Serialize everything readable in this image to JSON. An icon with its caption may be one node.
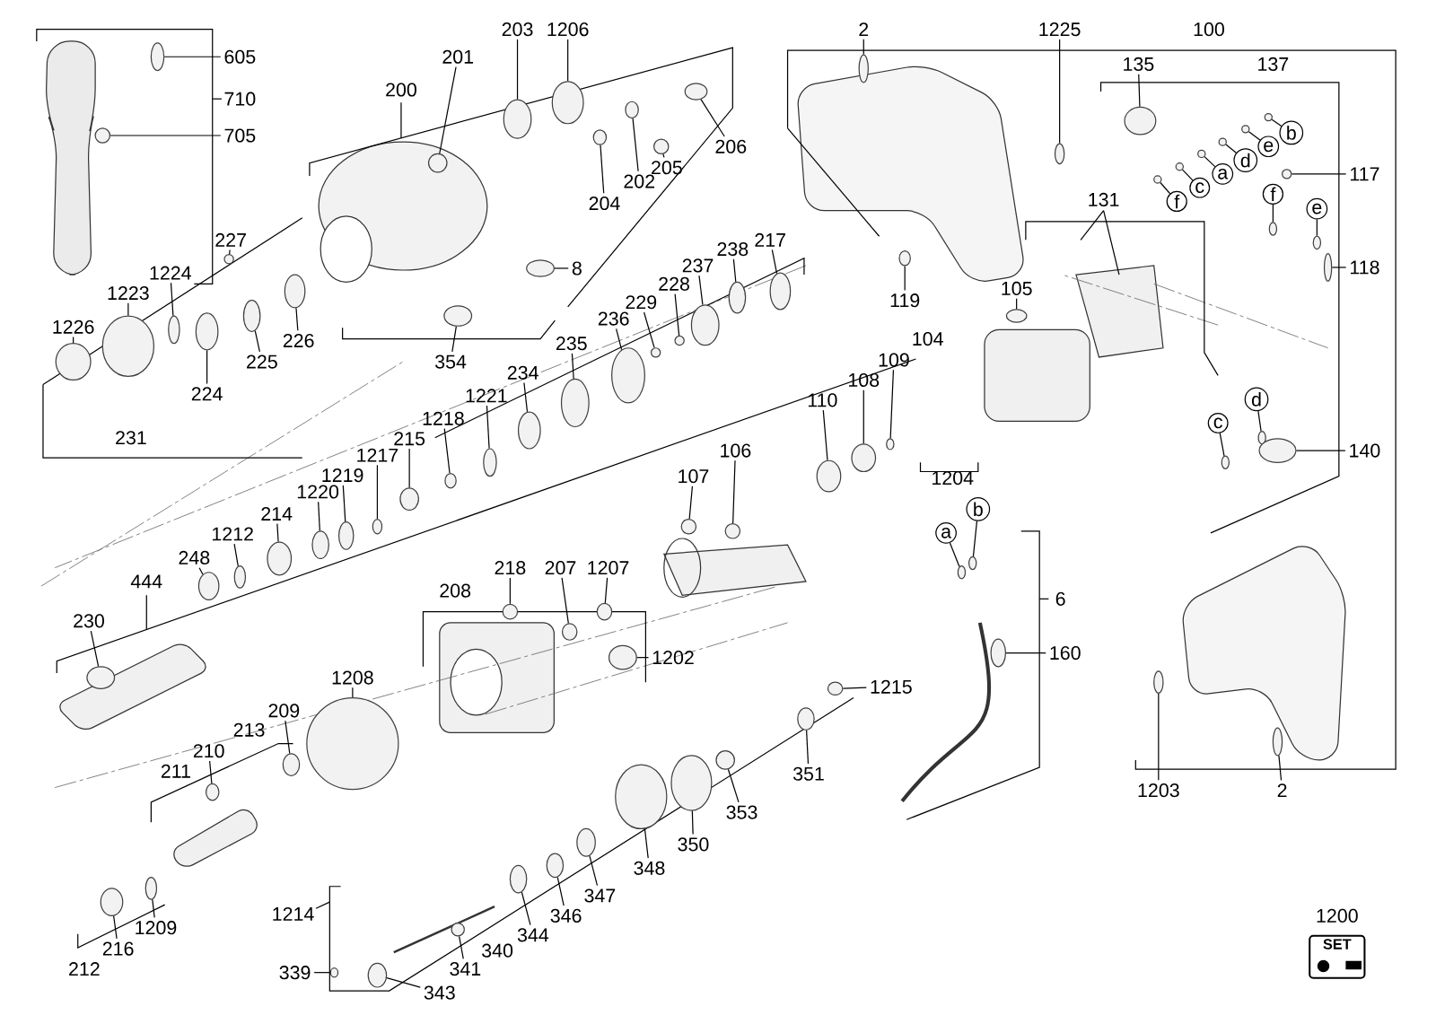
{
  "diagram": {
    "nodes": [
      {
        "text": [
          "605"
        ]
      },
      {
        "text": [
          "710"
        ]
      },
      {
        "text": [
          "705"
        ]
      },
      {
        "text": [
          "200"
        ]
      },
      {
        "text": [
          "201"
        ]
      },
      {
        "text": [
          "203"
        ]
      },
      {
        "text": [
          "1206"
        ]
      },
      {
        "text": [
          "202"
        ]
      },
      {
        "text": [
          "204"
        ]
      },
      {
        "text": [
          "205"
        ]
      },
      {
        "text": [
          "206"
        ]
      },
      {
        "text": [
          "8"
        ]
      },
      {
        "text": [
          "354"
        ]
      },
      {
        "text": [
          "227"
        ]
      },
      {
        "text": [
          "1224"
        ]
      },
      {
        "text": [
          "1223"
        ]
      },
      {
        "text": [
          "1226"
        ]
      },
      {
        "text": [
          "224"
        ]
      },
      {
        "text": [
          "225"
        ]
      },
      {
        "text": [
          "226"
        ]
      },
      {
        "text": [
          "231"
        ]
      },
      {
        "text": [
          "217"
        ]
      },
      {
        "text": [
          "238"
        ]
      },
      {
        "text": [
          "237"
        ]
      },
      {
        "text": [
          "228"
        ]
      },
      {
        "text": [
          "229"
        ]
      },
      {
        "text": [
          "236"
        ]
      },
      {
        "text": [
          "235"
        ]
      },
      {
        "text": [
          "234"
        ]
      },
      {
        "text": [
          "1221"
        ]
      },
      {
        "text": [
          "1218"
        ]
      },
      {
        "text": [
          "215"
        ]
      },
      {
        "text": [
          "1217"
        ]
      },
      {
        "text": [
          "1219"
        ]
      },
      {
        "text": [
          "1220"
        ]
      },
      {
        "text": [
          "214"
        ]
      },
      {
        "text": [
          "1212"
        ]
      },
      {
        "text": [
          "248"
        ]
      },
      {
        "text": [
          "444"
        ]
      },
      {
        "text": [
          "230"
        ]
      },
      {
        "text": [
          "104"
        ]
      },
      {
        "text": [
          "105"
        ]
      },
      {
        "text": [
          "109"
        ]
      },
      {
        "text": [
          "108"
        ]
      },
      {
        "text": [
          "110"
        ]
      },
      {
        "text": [
          "1204"
        ]
      },
      {
        "text": [
          "106"
        ]
      },
      {
        "text": [
          "107"
        ]
      },
      {
        "text": [
          "208"
        ]
      },
      {
        "text": [
          "218"
        ]
      },
      {
        "text": [
          "207"
        ]
      },
      {
        "text": [
          "1207"
        ]
      },
      {
        "text": [
          "1202"
        ]
      },
      {
        "text": [
          "1208"
        ]
      },
      {
        "text": [
          "213"
        ]
      },
      {
        "text": [
          "209"
        ]
      },
      {
        "text": [
          "210"
        ]
      },
      {
        "text": [
          "211"
        ]
      },
      {
        "text": [
          "1209"
        ]
      },
      {
        "text": [
          "216"
        ]
      },
      {
        "text": [
          "212"
        ]
      },
      {
        "text": [
          "1214"
        ]
      },
      {
        "text": [
          "339"
        ]
      },
      {
        "text": [
          "343"
        ]
      },
      {
        "text": [
          "341"
        ]
      },
      {
        "text": [
          "340"
        ]
      },
      {
        "text": [
          "344"
        ]
      },
      {
        "text": [
          "346"
        ]
      },
      {
        "text": [
          "347"
        ]
      },
      {
        "text": [
          "348"
        ]
      },
      {
        "text": [
          "350"
        ]
      },
      {
        "text": [
          "353"
        ]
      },
      {
        "text": [
          "351"
        ]
      },
      {
        "text": [
          "1215"
        ]
      },
      {
        "text": [
          "6"
        ]
      },
      {
        "text": [
          "160"
        ]
      },
      {
        "text": [
          "2"
        ]
      },
      {
        "text": [
          "1225"
        ]
      },
      {
        "text": [
          "100"
        ]
      },
      {
        "text": [
          "135"
        ]
      },
      {
        "text": [
          "137"
        ]
      },
      {
        "text": [
          "b"
        ]
      },
      {
        "text": [
          "e"
        ]
      },
      {
        "text": [
          "d"
        ]
      },
      {
        "text": [
          "a"
        ]
      },
      {
        "text": [
          "c"
        ]
      },
      {
        "text": [
          "f"
        ]
      },
      {
        "text": [
          "117"
        ]
      },
      {
        "text": [
          "f"
        ]
      },
      {
        "text": [
          "118"
        ]
      },
      {
        "text": [
          "e"
        ]
      },
      {
        "text": [
          "131"
        ]
      },
      {
        "text": [
          "119"
        ]
      },
      {
        "text": [
          "d"
        ]
      },
      {
        "text": [
          "c"
        ]
      },
      {
        "text": [
          "140"
        ]
      },
      {
        "text": [
          "a"
        ]
      },
      {
        "text": [
          "b"
        ]
      },
      {
        "text": [
          "1203"
        ]
      },
      {
        "text": [
          "2"
        ]
      },
      {
        "text": [],
        "shape": "circle"
      },
      {
        "text": [],
        "shape": "circle"
      },
      {
        "text": [],
        "shape": "circle"
      },
      {
        "text": [],
        "shape": "circle"
      },
      {
        "text": [],
        "shape": "circle"
      },
      {
        "text": [],
        "shape": "circle"
      },
      {
        "text": [],
        "shape": "circle"
      },
      {
        "text": [],
        "shape": "circle"
      },
      {
        "text": [],
        "shape": "circle"
      },
      {
        "text": [],
        "shape": "circle"
      },
      {
        "text": [],
        "shape": "circle"
      },
      {
        "text": [],
        "shape": "circle"
      },
      {
        "text": [],
        "shape": "circle"
      },
      {
        "text": [],
        "shape": "circle"
      },
      {
        "text": [],
        "shape": "circle"
      },
      {
        "text": [],
        "shape": "circle"
      },
      {
        "text": [],
        "shape": "circle"
      },
      {
        "text": [],
        "shape": "circle"
      },
      {
        "text": [],
        "shape": "circle"
      },
      {
        "text": [],
        "shape": "circle"
      },
      {
        "text": [],
        "shape": "circle"
      },
      {
        "text": [],
        "shape": "circle"
      },
      {
        "text": [],
        "shape": "circle"
      },
      {
        "text": [],
        "shape": "circle"
      },
      {
        "text": [],
        "shape": "circle"
      },
      {
        "text": [],
        "shape": "circle"
      },
      {
        "text": [],
        "shape": "circle"
      },
      {
        "text": [],
        "shape": "circle"
      },
      {
        "text": [],
        "shape": "circle"
      },
      {
        "text": [],
        "shape": "circle"
      },
      {
        "text": [],
        "shape": "circle"
      },
      {
        "text": [],
        "shape": "circle"
      },
      {
        "text": [],
        "shape": "circle"
      },
      {
        "text": [],
        "shape": "circle"
      },
      {
        "text": [],
        "shape": "circle"
      },
      {
        "text": [],
        "shape": "circle"
      },
      {
        "text": [],
        "shape": "circle"
      },
      {
        "text": [],
        "shape": "circle"
      },
      {
        "text": [],
        "shape": "circle"
      },
      {
        "text": [],
        "shape": "circle"
      },
      {
        "text": [],
        "shape": "circle"
      },
      {
        "text": [],
        "shape": "circle"
      },
      {
        "text": [],
        "shape": "circle"
      },
      {
        "text": [],
        "shape": "circle"
      },
      {
        "text": [],
        "shape": "circle"
      },
      {
        "text": [],
        "shape": "circle"
      },
      {
        "text": [],
        "shape": "circle"
      },
      {
        "text": [],
        "shape": "circle"
      },
      {
        "text": [],
        "shape": "circle"
      },
      {
        "text": [],
        "shape": "circle"
      },
      {
        "text": [],
        "shape": "circle"
      },
      {
        "text": [],
        "shape": "circle"
      },
      {
        "text": [],
        "shape": "circle"
      },
      {
        "text": [],
        "shape": "circle"
      },
      {
        "text": [],
        "shape": "circle"
      },
      {
        "text": [],
        "shape": "circle"
      },
      {
        "text": [],
        "shape": "circle"
      },
      {
        "text": [],
        "shape": "circle"
      },
      {
        "text": [],
        "shape": "circle"
      },
      {
        "text": [],
        "shape": "circle"
      },
      {
        "text": [],
        "shape": "circle"
      },
      {
        "text": [],
        "shape": "circle"
      },
      {
        "text": [],
        "shape": "circle"
      },
      {
        "text": [],
        "shape": "circle"
      },
      {
        "text": [],
        "shape": "circle"
      },
      {
        "text": [],
        "shape": "circle"
      },
      {
        "text": [],
        "shape": "circle"
      },
      {
        "text": [],
        "shape": "circle"
      },
      {
        "text": [],
        "shape": "circle"
      },
      {
        "text": [],
        "shape": "circle"
      },
      {
        "text": [],
        "shape": "circle"
      },
      {
        "text": [],
        "shape": "circle"
      },
      {
        "text": [],
        "shape": "circle"
      },
      {
        "text": [],
        "shape": "circle"
      },
      {
        "text": [],
        "shape": "circle"
      },
      {
        "text": [],
        "shape": "circle"
      },
      {
        "text": [],
        "shape": "circle"
      },
      {
        "text": [],
        "shape": "circle"
      },
      {
        "text": [],
        "shape": "circle"
      },
      {
        "text": [],
        "shape": "circle"
      },
      {
        "text": [],
        "shape": "circle"
      },
      {
        "text": [],
        "shape": "circle"
      },
      {
        "text": [],
        "shape": "circle"
      },
      {
        "text": [],
        "shape": "circle"
      }
    ],
    "edges": [
      {
        "from": 0,
        "to": 100,
        "arrow": "none"
      },
      {
        "from": 2,
        "to": 101,
        "arrow": "none"
      },
      {
        "from": 4,
        "to": 102,
        "arrow": "none"
      },
      {
        "from": 5,
        "to": 103,
        "arrow": "none"
      },
      {
        "from": 6,
        "to": 104,
        "arrow": "none"
      },
      {
        "from": 7,
        "to": 105,
        "arrow": "none"
      },
      {
        "from": 8,
        "to": 106,
        "arrow": "none"
      },
      {
        "from": 9,
        "to": 107,
        "arrow": "none"
      },
      {
        "from": 10,
        "to": 108,
        "arrow": "none"
      },
      {
        "from": 11,
        "to": 109,
        "arrow": "none"
      },
      {
        "from": 12,
        "to": 110,
        "arrow": "none"
      },
      {
        "from": 13,
        "to": 111,
        "arrow": "none"
      },
      {
        "from": 14,
        "to": 112,
        "arrow": "none"
      },
      {
        "from": 15,
        "to": 113,
        "arrow": "none"
      },
      {
        "from": 16,
        "to": 114,
        "arrow": "none"
      },
      {
        "from": 17,
        "to": 115,
        "arrow": "none"
      },
      {
        "from": 18,
        "to": 116,
        "arrow": "none"
      },
      {
        "from": 19,
        "to": 117,
        "arrow": "none"
      },
      {
        "from": 21,
        "to": 118,
        "arrow": "none"
      },
      {
        "from": 22,
        "to": 119,
        "arrow": "none"
      },
      {
        "from": 23,
        "to": 120,
        "arrow": "none"
      },
      {
        "from": 24,
        "to": 121,
        "arrow": "none"
      },
      {
        "from": 25,
        "to": 122,
        "arrow": "none"
      },
      {
        "from": 26,
        "to": 123,
        "arrow": "none"
      },
      {
        "from": 27,
        "to": 124,
        "arrow": "none"
      },
      {
        "from": 28,
        "to": 125,
        "arrow": "none"
      },
      {
        "from": 29,
        "to": 126,
        "arrow": "none"
      },
      {
        "from": 30,
        "to": 127,
        "arrow": "none"
      },
      {
        "from": 31,
        "to": 128,
        "arrow": "none"
      },
      {
        "from": 32,
        "to": 129,
        "arrow": "none"
      },
      {
        "from": 33,
        "to": 130,
        "arrow": "none"
      },
      {
        "from": 34,
        "to": 131,
        "arrow": "none"
      },
      {
        "from": 35,
        "to": 132,
        "arrow": "none"
      },
      {
        "from": 36,
        "to": 133,
        "arrow": "none"
      },
      {
        "from": 37,
        "to": 134,
        "arrow": "none"
      },
      {
        "from": 39,
        "to": 135,
        "arrow": "none"
      },
      {
        "from": 41,
        "to": 136,
        "arrow": "none"
      },
      {
        "from": 42,
        "to": 137,
        "arrow": "none"
      },
      {
        "from": 43,
        "to": 138,
        "arrow": "none"
      },
      {
        "from": 44,
        "to": 139,
        "arrow": "none"
      },
      {
        "from": 46,
        "to": 140,
        "arrow": "none"
      },
      {
        "from": 47,
        "to": 141,
        "arrow": "none"
      },
      {
        "from": 49,
        "to": 142,
        "arrow": "none"
      },
      {
        "from": 50,
        "to": 143,
        "arrow": "none"
      },
      {
        "from": 51,
        "to": 144,
        "arrow": "none"
      },
      {
        "from": 52,
        "to": 145,
        "arrow": "none"
      },
      {
        "from": 53,
        "to": 146,
        "arrow": "none"
      },
      {
        "from": 55,
        "to": 147,
        "arrow": "none"
      },
      {
        "from": 56,
        "to": 148,
        "arrow": "none"
      },
      {
        "from": 58,
        "to": 149,
        "arrow": "none"
      },
      {
        "from": 59,
        "to": 150,
        "arrow": "none"
      },
      {
        "from": 62,
        "to": 151,
        "arrow": "none"
      },
      {
        "from": 63,
        "to": 152,
        "arrow": "none"
      },
      {
        "from": 64,
        "to": 153,
        "arrow": "none"
      },
      {
        "from": 66,
        "to": 154,
        "arrow": "none"
      },
      {
        "from": 67,
        "to": 155,
        "arrow": "none"
      },
      {
        "from": 68,
        "to": 156,
        "arrow": "none"
      },
      {
        "from": 69,
        "to": 157,
        "arrow": "none"
      },
      {
        "from": 70,
        "to": 158,
        "arrow": "none"
      },
      {
        "from": 71,
        "to": 159,
        "arrow": "none"
      },
      {
        "from": 72,
        "to": 160,
        "arrow": "none"
      },
      {
        "from": 73,
        "to": 161,
        "arrow": "none"
      },
      {
        "from": 75,
        "to": 162,
        "arrow": "none"
      },
      {
        "from": 76,
        "to": 163,
        "arrow": "none"
      },
      {
        "from": 77,
        "to": 164,
        "arrow": "none"
      },
      {
        "from": 79,
        "to": 165,
        "arrow": "none"
      },
      {
        "from": 81,
        "to": 166,
        "arrow": "none"
      },
      {
        "from": 82,
        "to": 167,
        "arrow": "none"
      },
      {
        "from": 83,
        "to": 168,
        "arrow": "none"
      },
      {
        "from": 84,
        "to": 169,
        "arrow": "none"
      },
      {
        "from": 85,
        "to": 170,
        "arrow": "none"
      },
      {
        "from": 86,
        "to": 171,
        "arrow": "none"
      },
      {
        "from": 87,
        "to": 172,
        "arrow": "none"
      },
      {
        "from": 88,
        "to": 173,
        "arrow": "none"
      },
      {
        "from": 89,
        "to": 174,
        "arrow": "none"
      },
      {
        "from": 90,
        "to": 175,
        "arrow": "none"
      },
      {
        "from": 92,
        "to": 176,
        "arrow": "none"
      },
      {
        "from": 93,
        "to": 177,
        "arrow": "none"
      },
      {
        "from": 94,
        "to": 178,
        "arrow": "none"
      },
      {
        "from": 95,
        "to": 179,
        "arrow": "none"
      },
      {
        "from": 96,
        "to": 180,
        "arrow": "none"
      },
      {
        "from": 97,
        "to": 181,
        "arrow": "none"
      },
      {
        "from": 98,
        "to": 182,
        "arrow": "none"
      },
      {
        "from": 99,
        "to": 183,
        "arrow": "none"
      }
    ],
    "labels": [
      "1200",
      "SET"
    ]
  }
}
